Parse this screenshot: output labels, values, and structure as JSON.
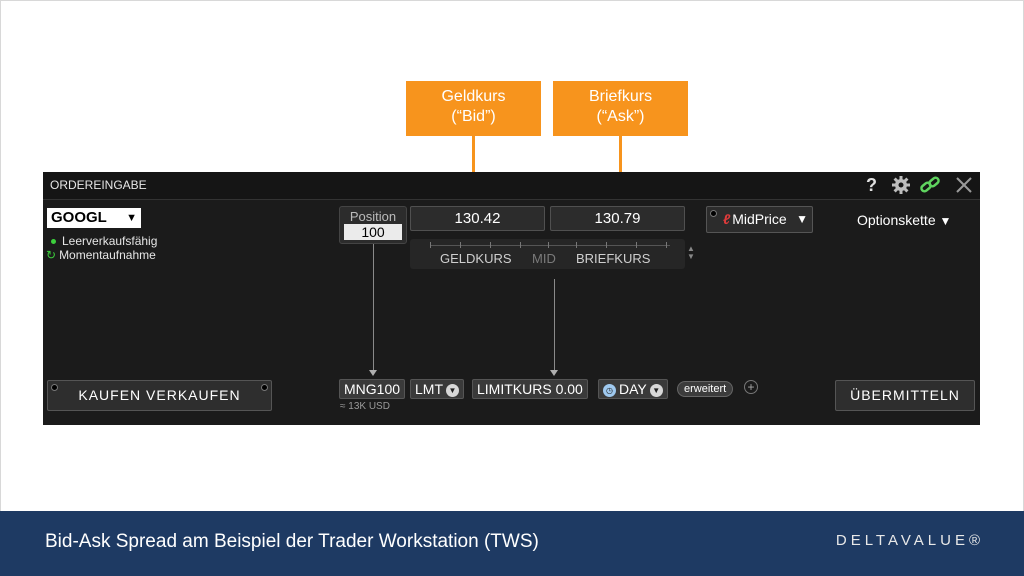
{
  "callouts": {
    "bid": {
      "line1": "Geldkurs",
      "line2": "(“Bid”)"
    },
    "ask": {
      "line1": "Briefkurs",
      "line2": "(“Ask”)"
    }
  },
  "panel": {
    "title": "ORDEREINGABE",
    "title_icons": [
      "help-icon",
      "gear-icon",
      "link-icon",
      "close-icon"
    ],
    "help_glyph": "?",
    "symbol": "GOOGL",
    "status_shortable": "Leerverkaufsfähig",
    "status_snapshot": "Momentaufnahme",
    "position_label": "Position",
    "position_value": "100",
    "bid_price": "130.42",
    "ask_price": "130.79",
    "spread_labels": {
      "bid": "GELDKURS",
      "mid": "MID",
      "ask": "BRIEFKURS"
    },
    "midprice_label": "MidPrice",
    "options_chain": "Optionskette",
    "buy_label": "KAUFEN",
    "sell_label": "VERKAUFEN",
    "quantity": "MNG100",
    "quantity_note": "≈ 13K USD",
    "order_type": "LMT",
    "limit_label": "LIMITKURS 0.00",
    "tif": "DAY",
    "advanced": "erweitert",
    "submit": "ÜBERMITTELN"
  },
  "colors": {
    "accent_orange": "#f7941d",
    "footer_blue": "#1e3a63",
    "panel_bg": "#1b1b1b"
  },
  "footer": {
    "title": "Bid-Ask Spread am Beispiel der Trader Workstation (TWS)",
    "logo": "DELTAVALUE®"
  }
}
